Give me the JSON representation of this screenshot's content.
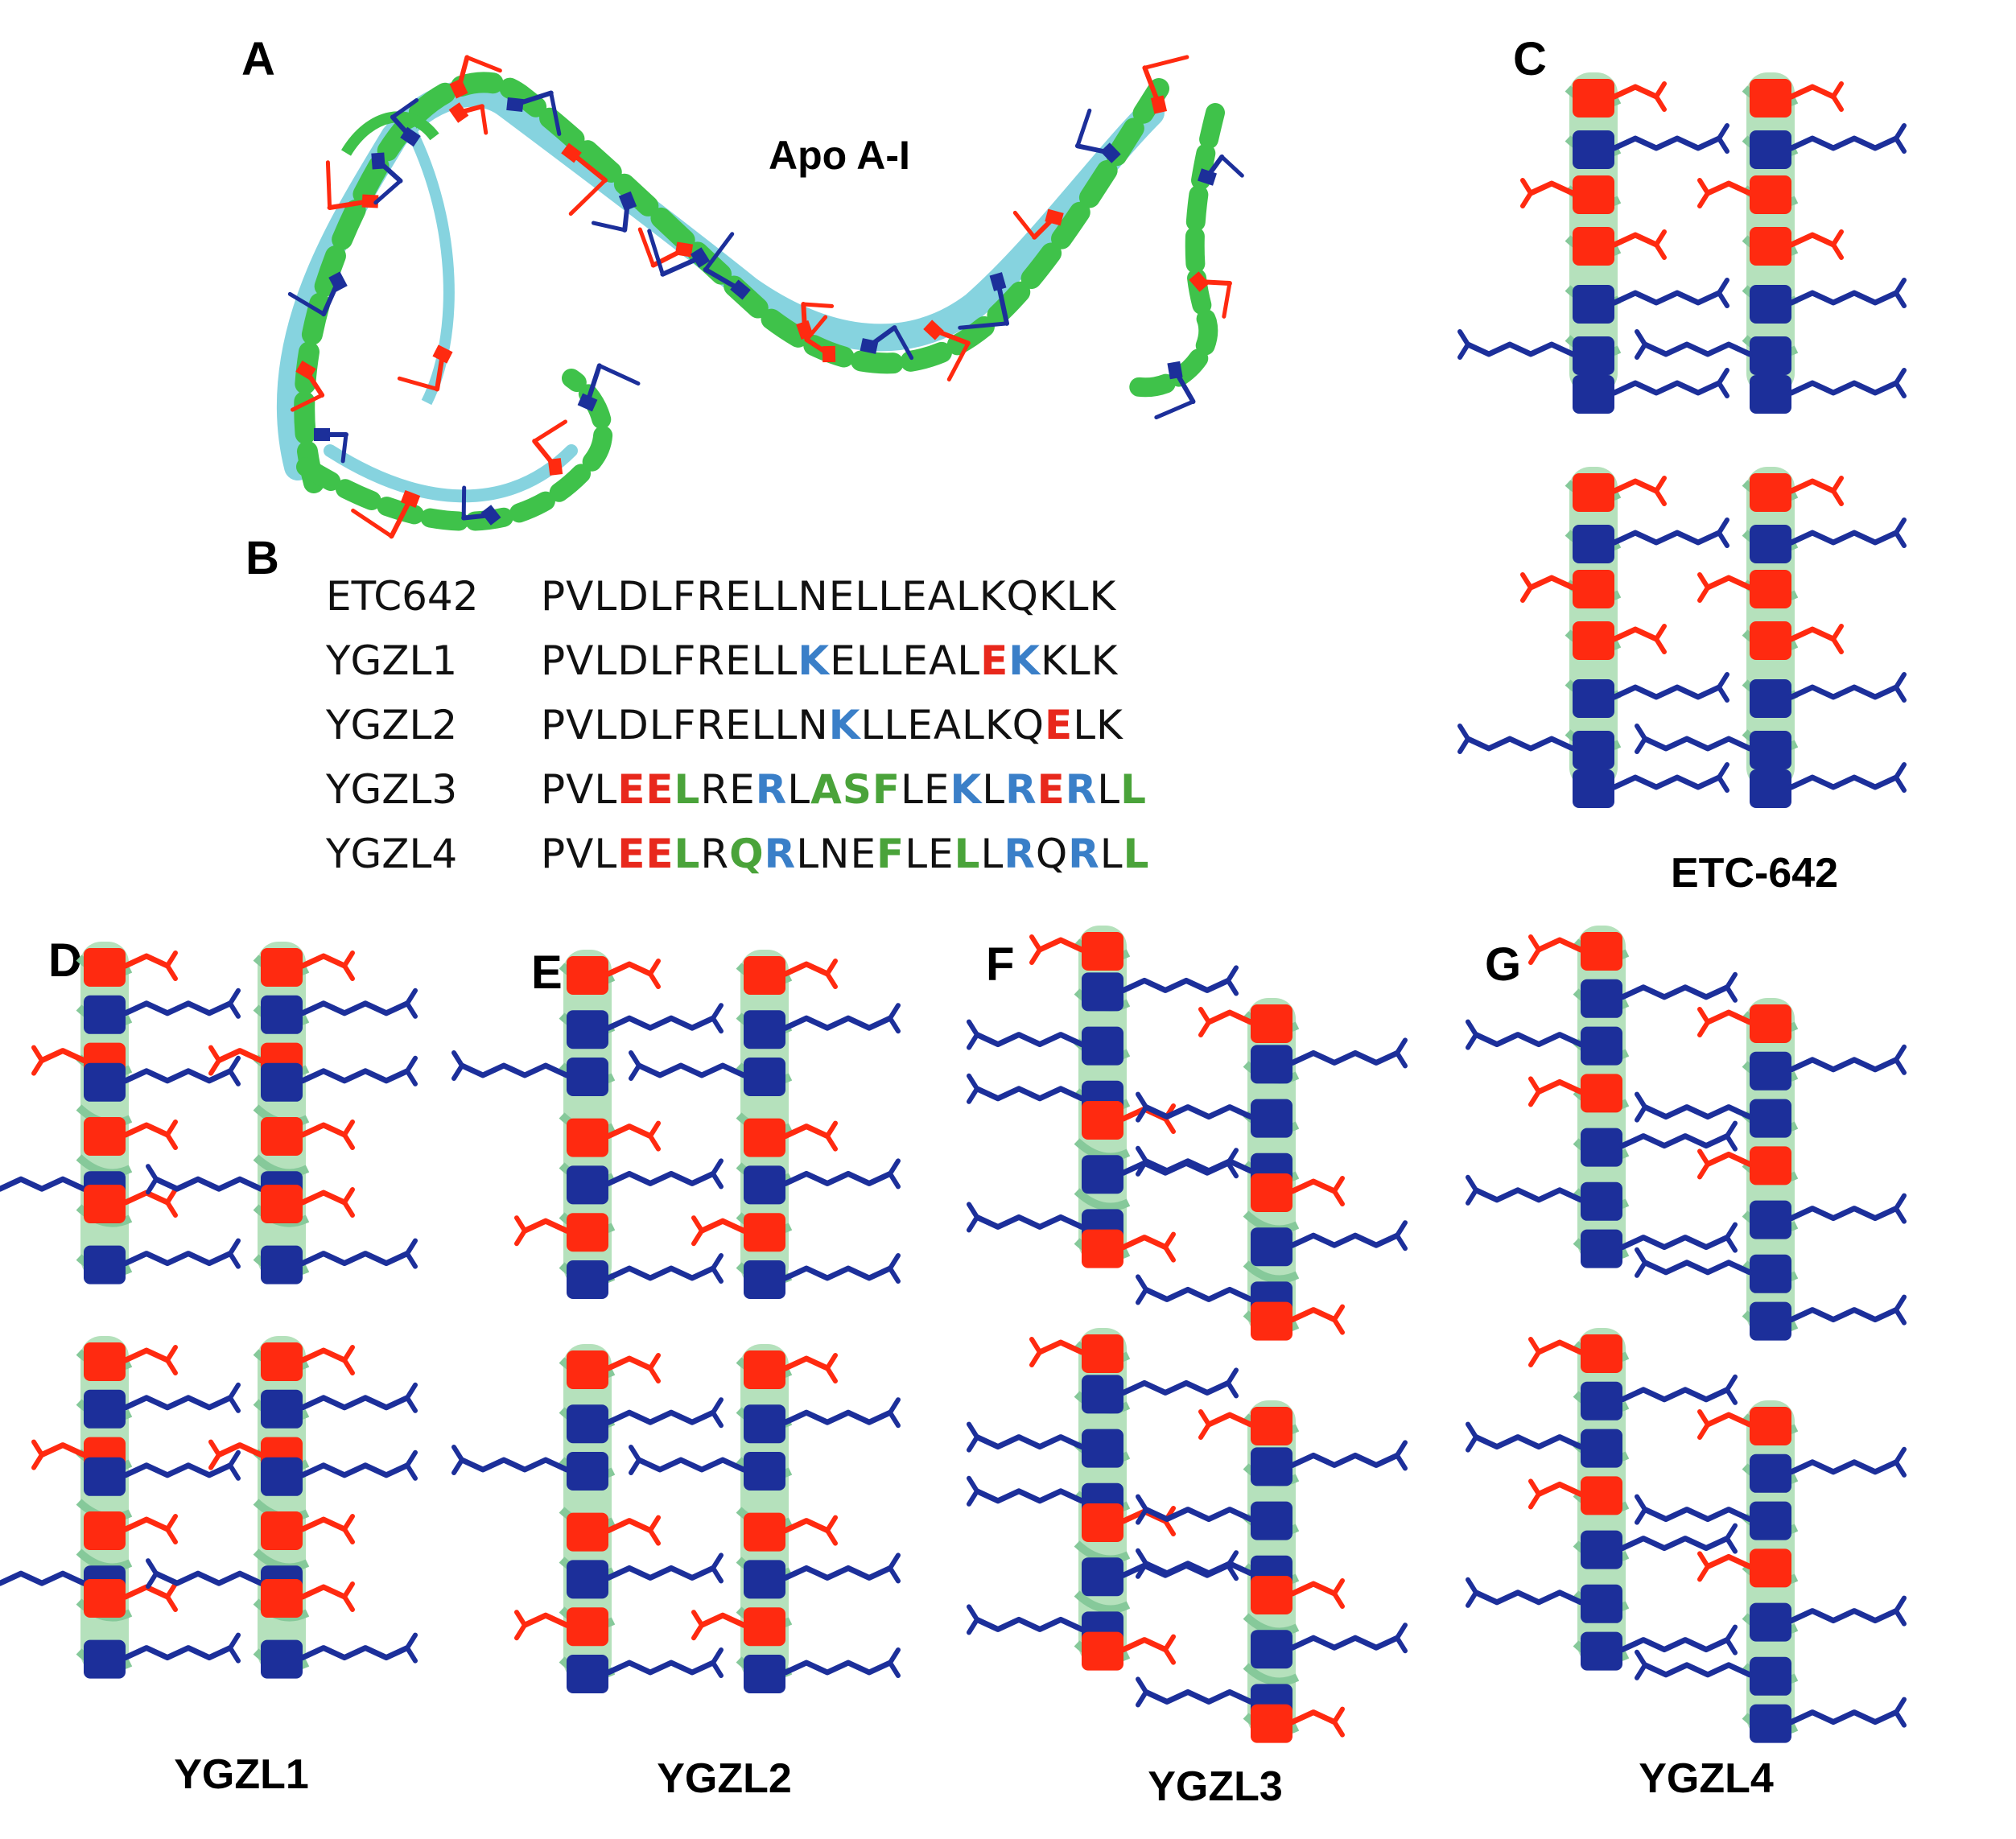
{
  "panels": {
    "A": "A",
    "B": "B",
    "C": "C",
    "D": "D",
    "E": "E",
    "F": "F",
    "G": "G"
  },
  "apo_label": "Apo A-I",
  "sequences": [
    {
      "name": "ETC642",
      "residues": [
        [
          "PVLDLFRELLNELLEALKQKLK",
          ""
        ]
      ]
    },
    {
      "name": "YGZL1",
      "residues": [
        [
          "PVLDLFRELL",
          ""
        ],
        [
          "K",
          "b"
        ],
        [
          "ELLEAL",
          ""
        ],
        [
          "E",
          "r"
        ],
        [
          "K",
          "b"
        ],
        [
          "KLK",
          ""
        ]
      ]
    },
    {
      "name": "YGZL2",
      "residues": [
        [
          "PVLDLFRELLN",
          ""
        ],
        [
          "K",
          "b"
        ],
        [
          "LLEALKQ",
          ""
        ],
        [
          "E",
          "r"
        ],
        [
          "LK",
          ""
        ]
      ]
    },
    {
      "name": "YGZL3",
      "residues": [
        [
          "PVL",
          ""
        ],
        [
          "EE",
          "r"
        ],
        [
          "L",
          "g"
        ],
        [
          "RE",
          ""
        ],
        [
          "R",
          "b"
        ],
        [
          "L",
          ""
        ],
        [
          "ASF",
          "g"
        ],
        [
          "LE",
          ""
        ],
        [
          "K",
          "b"
        ],
        [
          "L",
          ""
        ],
        [
          "R",
          "b"
        ],
        [
          "E",
          "r"
        ],
        [
          "R",
          "b"
        ],
        [
          "L",
          ""
        ],
        [
          "L",
          "g"
        ]
      ]
    },
    {
      "name": "YGZL4",
      "residues": [
        [
          "PVL",
          ""
        ],
        [
          "EE",
          "r"
        ],
        [
          "L",
          "g"
        ],
        [
          "R",
          ""
        ],
        [
          "Q",
          "g"
        ],
        [
          "R",
          "b"
        ],
        [
          "LNE",
          ""
        ],
        [
          "F",
          "g"
        ],
        [
          "LE",
          ""
        ],
        [
          "L",
          "g"
        ],
        [
          "L",
          ""
        ],
        [
          "R",
          "b"
        ],
        [
          "Q",
          ""
        ],
        [
          "R",
          "b"
        ],
        [
          "L",
          ""
        ],
        [
          "L",
          "g"
        ]
      ]
    }
  ],
  "captions": {
    "C": "ETC-642",
    "D": "YGZL1",
    "E": "YGZL2",
    "F": "YGZL3",
    "G": "YGZL4"
  },
  "colors": {
    "helix": "#a8dcb0",
    "acidic": "#ff2a10",
    "basic": "#1c2f9a",
    "apo_green": "#3fc24a",
    "apo_cyan": "#86d3df"
  }
}
